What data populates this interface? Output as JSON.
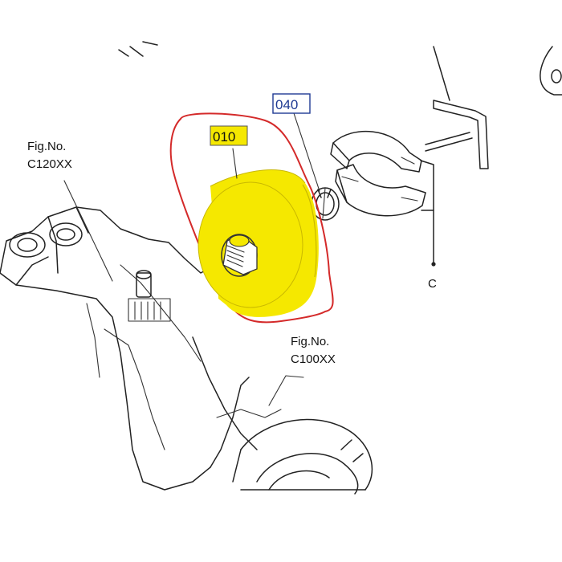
{
  "callouts": {
    "fig_ref_1": {
      "line1": "Fig.No.",
      "line2": "C120XX"
    },
    "fig_ref_2": {
      "line1": "Fig.No.",
      "line2": "C100XX"
    },
    "part_010": "010",
    "part_040": "040",
    "ref_c": "C"
  },
  "colors": {
    "highlight_fill": "#f5e800",
    "outline_red": "#d42a2a",
    "box_blue": "#1f3a93",
    "line": "#222222"
  }
}
